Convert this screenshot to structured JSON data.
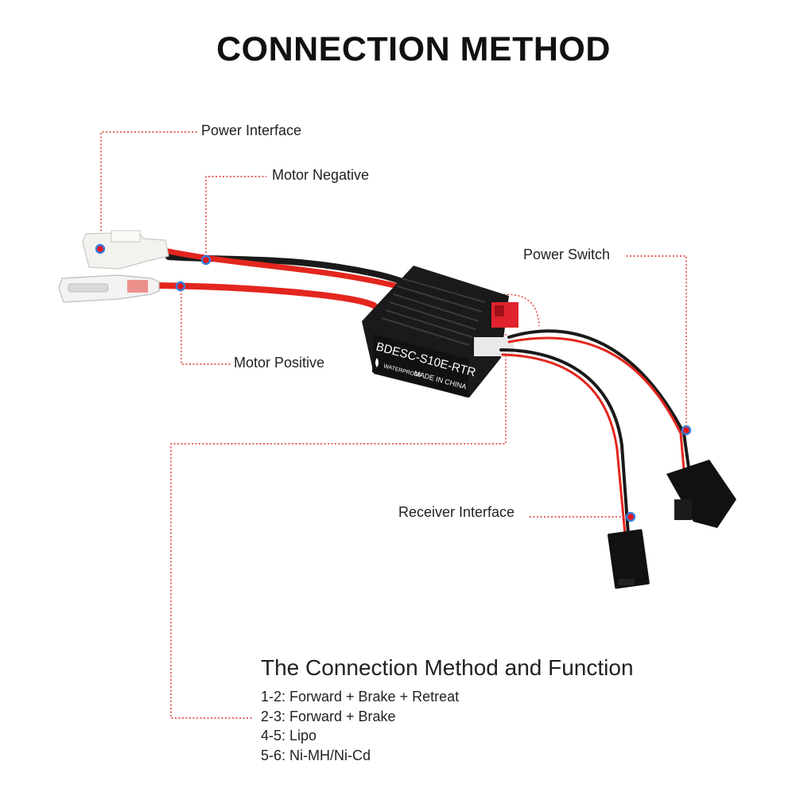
{
  "title": "CONNECTION METHOD",
  "labels": {
    "power_interface": "Power Interface",
    "motor_negative": "Motor Negative",
    "motor_positive": "Motor Positive",
    "power_switch": "Power Switch",
    "receiver_interface": "Receiver Interface"
  },
  "device": {
    "model": "BDESC-S10E-RTR",
    "waterproof": "WATERPROOF",
    "origin": "MADE IN CHINA"
  },
  "functions": {
    "heading": "The Connection Method and Function",
    "items": [
      {
        "text": "1-2: Forward + Brake + Retreat"
      },
      {
        "text": "2-3: Forward + Brake"
      },
      {
        "text": "4-5: Lipo"
      },
      {
        "text": "5-6: Ni-MH/Ni-Cd"
      }
    ]
  },
  "colors": {
    "leader_line": "#e0302a",
    "marker_fill": "#e8141b",
    "marker_ring": "#3a7bd5",
    "wire_red": "#e3261e",
    "wire_black": "#1a1a1a"
  }
}
